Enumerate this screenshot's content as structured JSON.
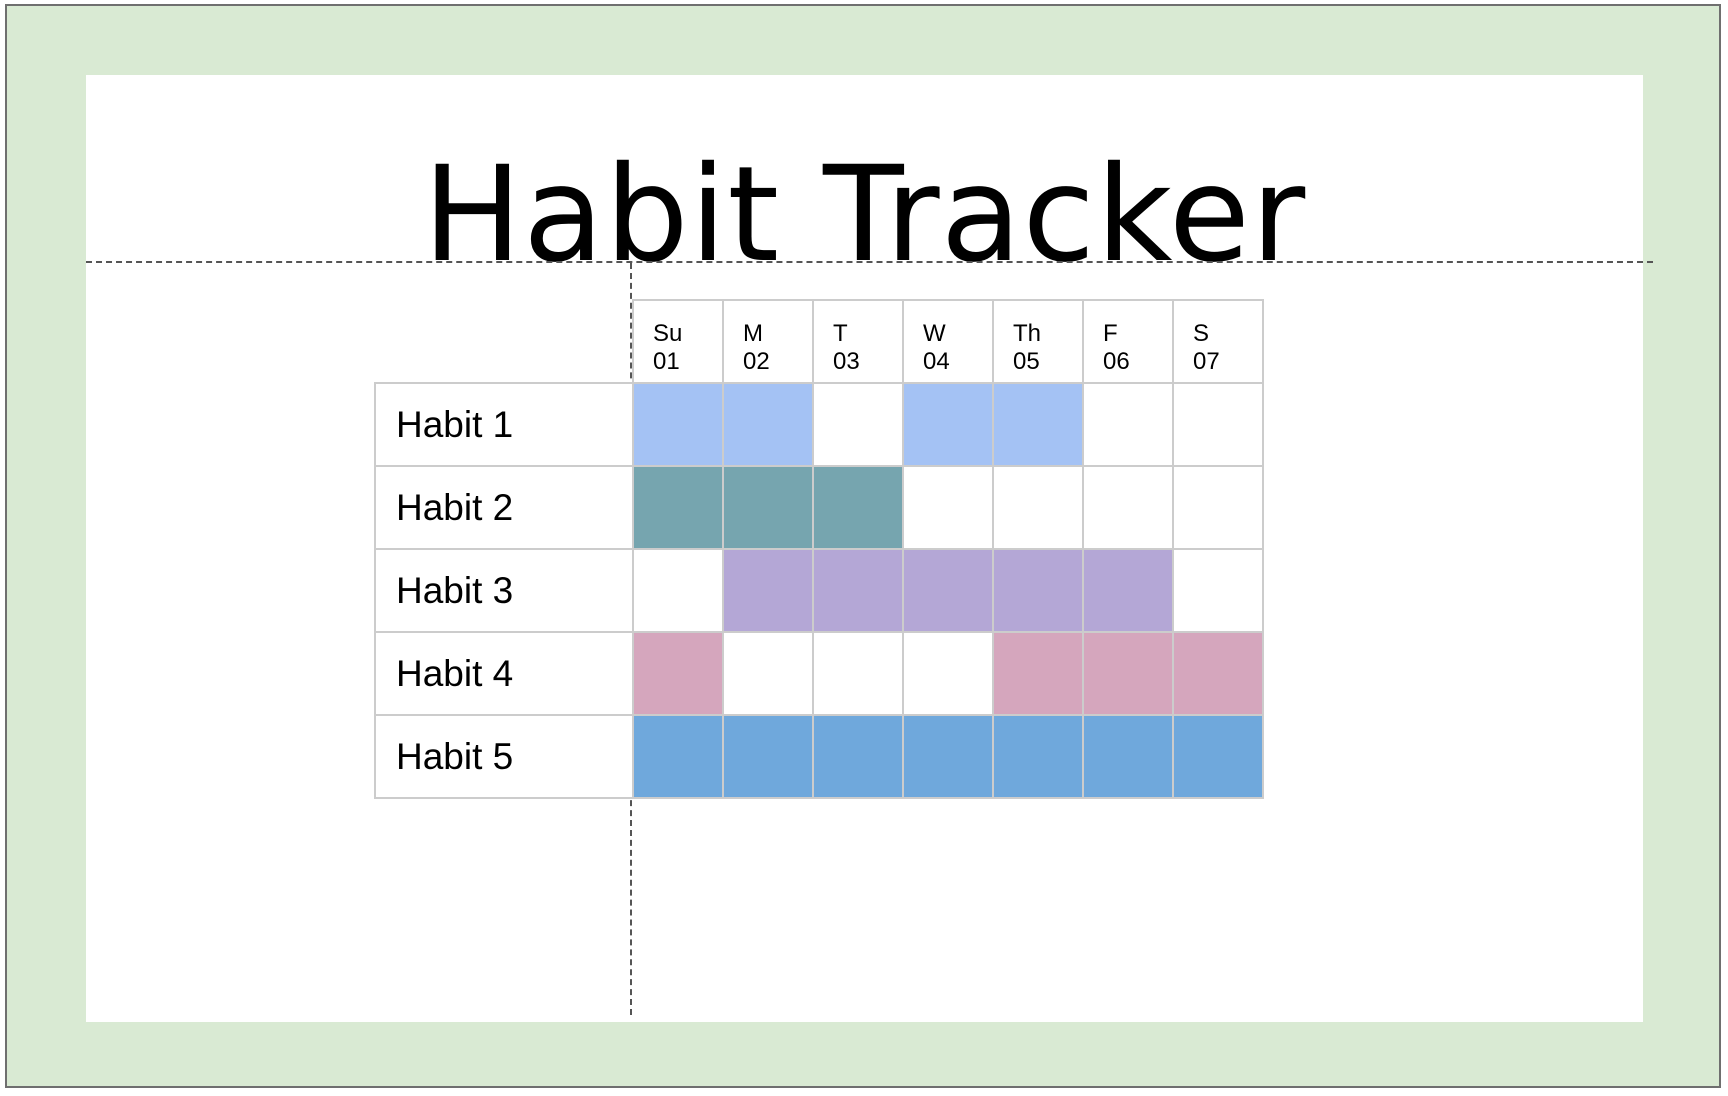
{
  "title": "Habit Tracker",
  "days": [
    {
      "name": "Su",
      "date": "01"
    },
    {
      "name": "M",
      "date": "02"
    },
    {
      "name": "T",
      "date": "03"
    },
    {
      "name": "W",
      "date": "04"
    },
    {
      "name": "Th",
      "date": "05"
    },
    {
      "name": "F",
      "date": "06"
    },
    {
      "name": "S",
      "date": "07"
    }
  ],
  "habits": [
    {
      "label": "Habit 1",
      "color": "#a4c2f4",
      "done": [
        1,
        1,
        0,
        1,
        1,
        0,
        0
      ]
    },
    {
      "label": "Habit 2",
      "color": "#76a5af",
      "done": [
        1,
        1,
        1,
        0,
        0,
        0,
        0
      ]
    },
    {
      "label": "Habit 3",
      "color": "#b4a7d6",
      "done": [
        0,
        1,
        1,
        1,
        1,
        1,
        0
      ]
    },
    {
      "label": "Habit 4",
      "color": "#d5a6bd",
      "done": [
        1,
        0,
        0,
        0,
        1,
        1,
        1
      ]
    },
    {
      "label": "Habit 5",
      "color": "#6fa8dc",
      "done": [
        1,
        1,
        1,
        1,
        1,
        1,
        1
      ]
    }
  ]
}
